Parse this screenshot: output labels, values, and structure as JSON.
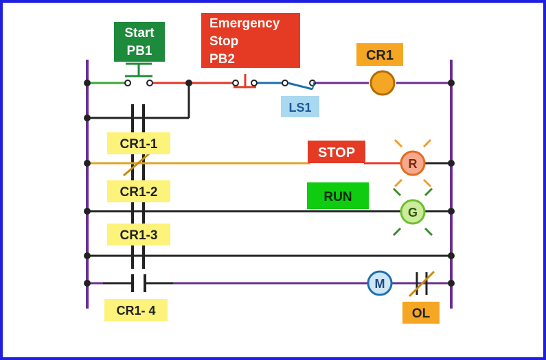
{
  "labels": {
    "start_line1": "Start",
    "start_line2": "PB1",
    "estop_line1": "Emergency",
    "estop_line2": "Stop",
    "estop_line3": "PB2",
    "cr1_coil": "CR1",
    "ls1": "LS1",
    "cr1_1": "CR1-1",
    "cr1_2": "CR1-2",
    "cr1_3": "CR1-3",
    "cr1_4": "CR1- 4",
    "stop": "STOP",
    "run": "RUN",
    "lamp_r": "R",
    "lamp_g": "G",
    "motor": "M",
    "ol": "OL"
  },
  "colors": {
    "rail": "#6a2d91",
    "start_green": "#1e8a3c",
    "estop_red": "#e53a24",
    "coil_orange": "#f5a623",
    "ls1_blue": "#a9d8f0",
    "contact_yellow": "#fdf27a",
    "run_green": "#10cc10",
    "frame_blue": "#1f1fe0"
  }
}
